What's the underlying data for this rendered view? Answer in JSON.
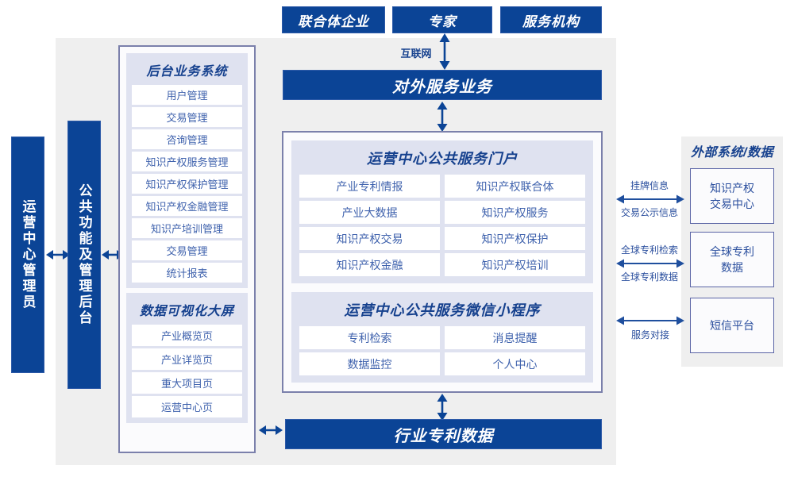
{
  "colors": {
    "brand_blue": "#0b4496",
    "panel_gray": "#efefef",
    "frame_border": "#7b80ab",
    "group_lavender": "#dfe2f0",
    "item_text": "#3f62ad",
    "title_blue": "#16418e"
  },
  "top_actors": [
    {
      "label": "联合体企业"
    },
    {
      "label": "专家"
    },
    {
      "label": "服务机构"
    }
  ],
  "internet_link": {
    "label": "互联网",
    "arrow": "double-vertical-arrow-icon"
  },
  "external_service_bar": {
    "label": "对外服务业务"
  },
  "industry_data_bar": {
    "label": "行业专利数据"
  },
  "left_columns": [
    {
      "label": "运营中心管理员",
      "name": "operation-center-admin"
    },
    {
      "label": "公共功能及管理后台",
      "name": "public-function-admin-backend"
    }
  ],
  "backend_panel": {
    "groups": [
      {
        "title": "后台业务系统",
        "items": [
          "用户管理",
          "交易管理",
          "咨询管理",
          "知识产权服务管理",
          "知识产权保护管理",
          "知识产权金融管理",
          "知识产培训管理",
          "交易管理",
          "统计报表"
        ]
      },
      {
        "title": "数据可视化大屏",
        "items": [
          "产业概览页",
          "产业详览页",
          "重大项目页",
          "运营中心页"
        ]
      }
    ]
  },
  "center_panel": {
    "groups": [
      {
        "title": "运营中心公共服务门户",
        "rows": [
          [
            "产业专利情报",
            "知识产权联合体"
          ],
          [
            "产业大数据",
            "知识产权服务"
          ],
          [
            "知识产权交易",
            "知识产权保护"
          ],
          [
            "知识产权金融",
            "知识产权培训"
          ]
        ]
      },
      {
        "title": "运营中心公共服务微信小程序",
        "rows": [
          [
            "专利检索",
            "消息提醒"
          ],
          [
            "数据监控",
            "个人中心"
          ]
        ]
      }
    ]
  },
  "external_panel": {
    "title": "外部系统/数据",
    "boxes": [
      {
        "label": "知识产权\n交易中心"
      },
      {
        "label": "全球专利\n数据"
      },
      {
        "label": "短信平台"
      }
    ],
    "connectors": [
      {
        "above": "挂牌信息",
        "below": "交易公示信息",
        "icon": "double-horizontal-arrow-icon"
      },
      {
        "above": "全球专利检索",
        "below": "全球专利数据",
        "icon": "double-horizontal-arrow-icon"
      },
      {
        "above": "",
        "below": "服务对接",
        "icon": "double-horizontal-arrow-icon"
      }
    ]
  },
  "connectors": {
    "admin_to_backend": "double-horizontal-arrow-icon",
    "backend_to_center": "double-horizontal-arrow-icon",
    "center_to_service": "double-vertical-arrow-icon",
    "service_to_portal": "double-vertical-arrow-icon",
    "portal_to_data": "double-vertical-arrow-icon",
    "backend_to_data": "double-horizontal-arrow-icon"
  }
}
